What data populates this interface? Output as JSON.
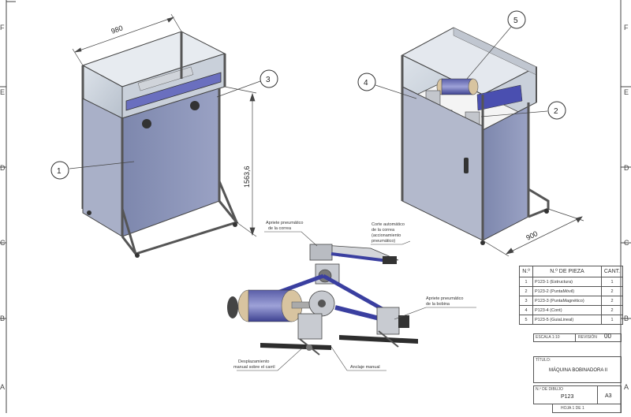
{
  "frame": {
    "row_labels": [
      "F",
      "E",
      "D",
      "C",
      "B",
      "A"
    ]
  },
  "dimensions": {
    "width": "980",
    "height": "1563,6",
    "depth": "900"
  },
  "balloons": [
    "1",
    "2",
    "3",
    "4",
    "5"
  ],
  "callouts": {
    "apriete_correa": [
      "Apriete pneumático",
      "de la correa"
    ],
    "corte": [
      "Corte automático",
      "de la correa",
      "(accionamiento",
      "pneumático)"
    ],
    "apriete_bobina": [
      "Apriete pneumático",
      "de la bobina"
    ],
    "desplazamiento": [
      "Desplazamiento",
      "manual sobre el carril"
    ],
    "anclaje": "Anclaje manual"
  },
  "bom": {
    "headers": [
      "N.º",
      "N.º DE PIEZA",
      "CANT."
    ],
    "rows": [
      {
        "n": "1",
        "part": "P123-1 (Estructura)",
        "qty": "1"
      },
      {
        "n": "2",
        "part": "P123-2 (PuntaMóvil)",
        "qty": "2"
      },
      {
        "n": "3",
        "part": "P123-3 (PuntaMagnético)",
        "qty": "2"
      },
      {
        "n": "4",
        "part": "P123-4 (Cont)",
        "qty": "2"
      },
      {
        "n": "5",
        "part": "P123-5 (GuiaLineal)",
        "qty": "1"
      }
    ]
  },
  "title_block": {
    "escala_label": "ESCALA 1:10",
    "revision_label": "REVISIÓN",
    "revision": "00",
    "titulo_label": "TÍTULO:",
    "titulo": "MÁQUINA BOBINADORA II",
    "dibujo_label": "N.º DE DIBUJO",
    "dibujo": "P123",
    "size": "A3",
    "hoja": "HOJA 1 DE 1"
  },
  "colors": {
    "panel": "#8a93b8",
    "blue_part": "#3a3fa0",
    "frame_metal": "#b8bcc2",
    "bobbin_beige": "#d8c4a0"
  }
}
